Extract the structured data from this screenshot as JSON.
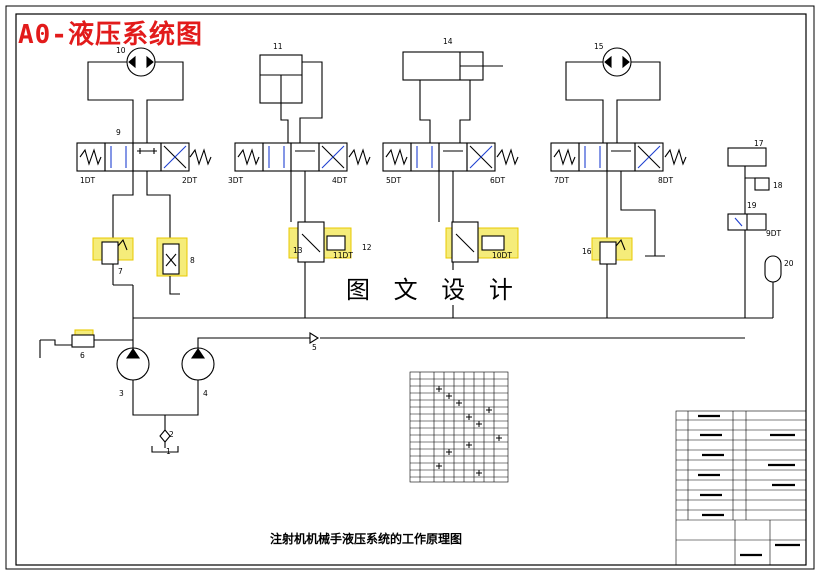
{
  "header": {
    "stamp_title": "A0-液压系统图"
  },
  "watermark": {
    "text": "图 文 设 计"
  },
  "caption": {
    "text": "注射机机械手液压系统的工作原理图"
  },
  "components": {
    "n1": "1",
    "n2": "2",
    "n3": "3",
    "n4": "4",
    "n5": "5",
    "n6": "6",
    "n7": "7",
    "n8": "8",
    "n9": "9",
    "n10": "10",
    "n11": "11",
    "n12": "12",
    "n13": "13",
    "n14": "14",
    "n15": "15",
    "n16": "16",
    "n17": "17",
    "n18": "18",
    "n19": "19",
    "n20": "20"
  },
  "solenoids": {
    "s1": "1DT",
    "s2": "2DT",
    "s3": "3DT",
    "s4": "4DT",
    "s5": "5DT",
    "s6": "6DT",
    "s7": "7DT",
    "s8": "8DT",
    "s9": "9DT",
    "s10": "10DT",
    "s11": "11DT"
  },
  "colors": {
    "line": "#000000",
    "highlight": "#f5ec7a",
    "valve_arrow": "#1e3fd0",
    "stamp": "#e21b1b"
  }
}
